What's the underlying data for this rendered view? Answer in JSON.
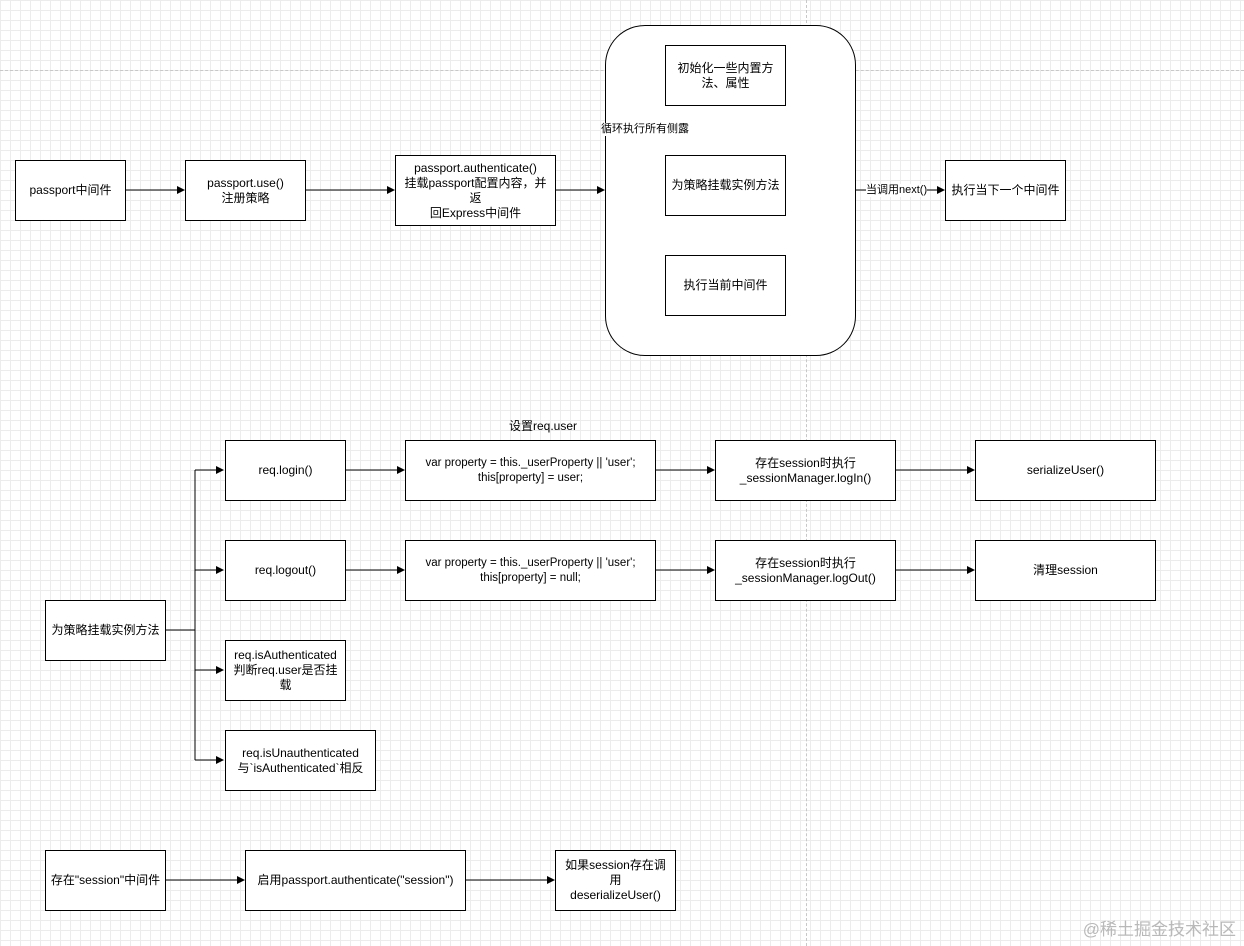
{
  "flow1": {
    "passport_middleware": "passport中间件",
    "passport_use": "passport.use()\n注册策略",
    "passport_authenticate": "passport.authenticate()\n挂载passport配置内容，并返\n回Express中间件",
    "init_builtin": "初始化一些内置方\n法、属性",
    "mount_strategy_methods": "为策略挂载实例方法",
    "exec_current_middleware": "执行当前中间件",
    "loop_label": "循环执行所有侧露",
    "next_label": "当调用next()",
    "exec_next_middleware": "执行当下一个中间件"
  },
  "flow2": {
    "set_req_user_label": "设置req.user",
    "mount_methods": "为策略挂载实例方法",
    "req_login": "req.login()",
    "login_code": "var property = this._userProperty || 'user';\nthis[property] = user;",
    "login_session": "存在session时执行\n_sessionManager.logIn()",
    "serialize_user": "serializeUser()",
    "req_logout": "req.logout()",
    "logout_code": "var property = this._userProperty || 'user';\nthis[property] = null;",
    "logout_session": "存在session时执行\n_sessionManager.logOut()",
    "clear_session": "清理session",
    "is_authenticated": "req.isAuthenticated\n判断req.user是否挂载",
    "is_unauthenticated": "req.isUnauthenticated\n与`isAuthenticated`相反"
  },
  "flow3": {
    "session_middleware": "存在\"session\"中间件",
    "enable_authenticate": "启用passport.authenticate(\"session\")",
    "deserialize": "如果session存在调用\ndeserializeUser()"
  },
  "watermark": "@稀土掘金技术社区"
}
